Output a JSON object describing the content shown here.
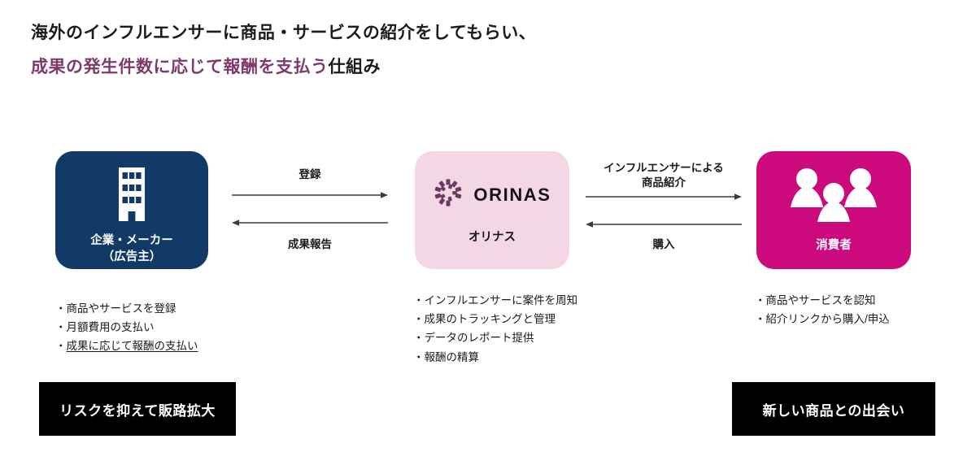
{
  "heading": {
    "line1": "海外のインフルエンサーに商品・サービスの紹介をしてもらい、",
    "line2_accent": "成果の発生件数に応じて報酬を支払う",
    "line2_plain": "仕組み",
    "accent_color": "#7E3A6B",
    "text_color": "#1B1B1B"
  },
  "nodes": {
    "advertiser": {
      "label": "企業・メーカー\n（広告主）",
      "icon": "building-icon",
      "bg_color": "#123A66",
      "text_color": "#FFFFFF"
    },
    "orinas": {
      "wordmark": "ORINAS",
      "label": "オリナス",
      "icon": "orinas-logo-icon",
      "bg_color": "#F4D7E5",
      "text_color": "#14131A"
    },
    "consumer": {
      "label": "消費者",
      "icon": "people-group-icon",
      "bg_color": "#CC0A7E",
      "text_color": "#FFFFFF"
    }
  },
  "connectors": {
    "left": {
      "forward_label": "登録",
      "backward_label": "成果報告"
    },
    "right": {
      "forward_label": "インフルエンサーによる\n商品紹介",
      "backward_label": "購入"
    },
    "line_color": "#3A3A3A"
  },
  "bullets": {
    "advertiser": [
      {
        "text": "商品やサービスを登録",
        "underlined": false
      },
      {
        "text": "月額費用の支払い",
        "underlined": false
      },
      {
        "text": "成果に応じて報酬の支払い",
        "underlined": true
      }
    ],
    "orinas": [
      {
        "text": "インフルエンサーに案件を周知",
        "underlined": false
      },
      {
        "text": "成果のトラッキングと管理",
        "underlined": false
      },
      {
        "text": "データのレポート提供",
        "underlined": false
      },
      {
        "text": "報酬の精算",
        "underlined": false
      }
    ],
    "consumer": [
      {
        "text": "商品やサービスを認知",
        "underlined": false
      },
      {
        "text": "紹介リンクから購入/申込",
        "underlined": false
      }
    ],
    "marker": "・"
  },
  "banners": {
    "left": "リスクを抑えて販路拡大",
    "right": "新しい商品との出会い",
    "bg_color": "#000000",
    "text_color": "#FFFFFF"
  }
}
